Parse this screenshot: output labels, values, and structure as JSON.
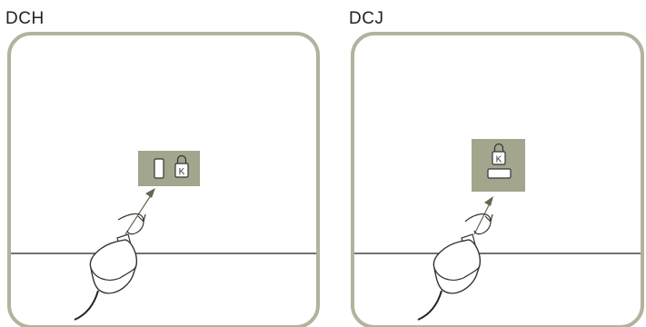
{
  "panels": [
    {
      "label": "DCH",
      "port_layout": "horizontal"
    },
    {
      "label": "DCJ",
      "port_layout": "vertical"
    }
  ],
  "colors": {
    "frame": "#b3b29e",
    "port_box": "#a3a58c",
    "line": "#333333",
    "arrow": "#5e6a4e"
  },
  "icons": [
    "lock-icon",
    "slot-icon",
    "kensington-lock-icon",
    "cable-icon",
    "arrow-icon"
  ],
  "lock_letter": "K"
}
